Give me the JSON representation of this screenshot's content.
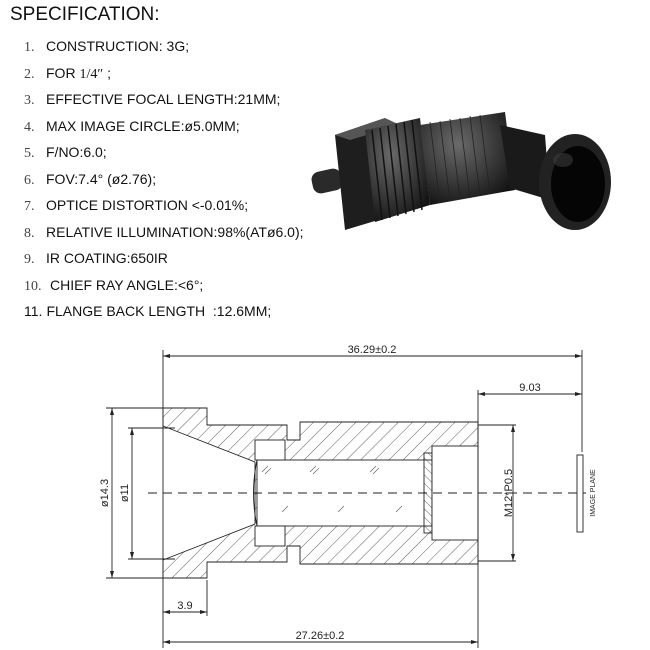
{
  "title": "SPECIFICATION:",
  "specs": [
    {
      "num": "1.",
      "text": "CONSTRUCTION: 3G;"
    },
    {
      "num": "2.",
      "text": "FOR",
      "serif_part": "1/4″",
      "suffix": " ;"
    },
    {
      "num": "3.",
      "text": "EFFECTIVE FOCAL LENGTH:21MM;"
    },
    {
      "num": "4.",
      "text": "MAX IMAGE CIRCLE:ø5.0MM;"
    },
    {
      "num": "5.",
      "text": "F/NO:6.0;"
    },
    {
      "num": "6.",
      "text": "FOV:7.4° (ø2.76);"
    },
    {
      "num": "7.",
      "text": "OPTICE DISTORTION <-0.01%;"
    },
    {
      "num": "8.",
      "text": "RELATIVE ILLUMINATION:98%(ATø6.0);"
    },
    {
      "num": "9.",
      "text": "IR COATING:650IR"
    },
    {
      "num": "10.",
      "text": "CHIEF RAY ANGLE:<6°;"
    },
    {
      "num": "11.",
      "text": "FLANGE BACK LENGTH  :12.6MM;"
    }
  ],
  "drawing": {
    "overall_length": "36.29±0.2",
    "back_focal": "9.03",
    "outer_diameter": "ø14.3",
    "inner_diameter": "ø11",
    "front_length": "3.9",
    "body_length": "27.26±0.2",
    "thread": "M12*P0.5",
    "image_plane": "IMAGE PLANE"
  }
}
